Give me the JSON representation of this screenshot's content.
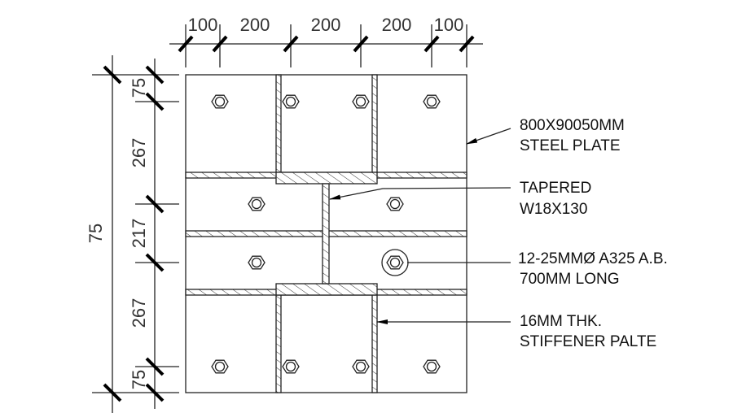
{
  "dimensions": {
    "top": [
      "100",
      "200",
      "200",
      "200",
      "100"
    ],
    "left_inner": [
      "75",
      "267",
      "217",
      "267",
      "75"
    ],
    "left_outer": "75"
  },
  "labels": {
    "plate": [
      "800X90050MM",
      "STEEL PLATE"
    ],
    "beam": [
      "TAPERED",
      "W18X130"
    ],
    "bolt": [
      "12-25MMØ A325 A.B.",
      "700MM LONG"
    ],
    "stiffener": [
      "16MM THK.",
      "STIFFENER PALTE"
    ]
  },
  "colors": {
    "line": "#222222",
    "background": "#ffffff"
  }
}
